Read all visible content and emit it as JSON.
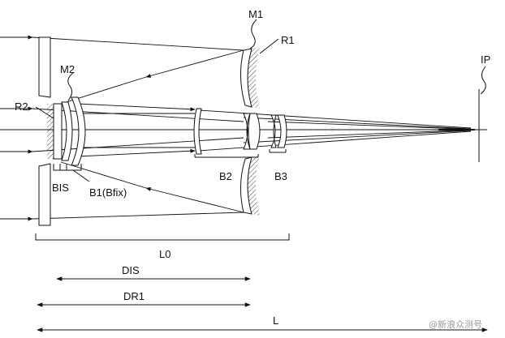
{
  "labels": {
    "m1": "M1",
    "r1": "R1",
    "ip": "IP",
    "m2": "M2",
    "r2": "R2",
    "bis": "BIS",
    "b1": "B1(Bfix)",
    "b2": "B2",
    "b3": "B3",
    "l0": "L0",
    "dis": "DIS",
    "dr1": "DR1",
    "l": "L"
  },
  "watermark": "@新浪众测号"
}
